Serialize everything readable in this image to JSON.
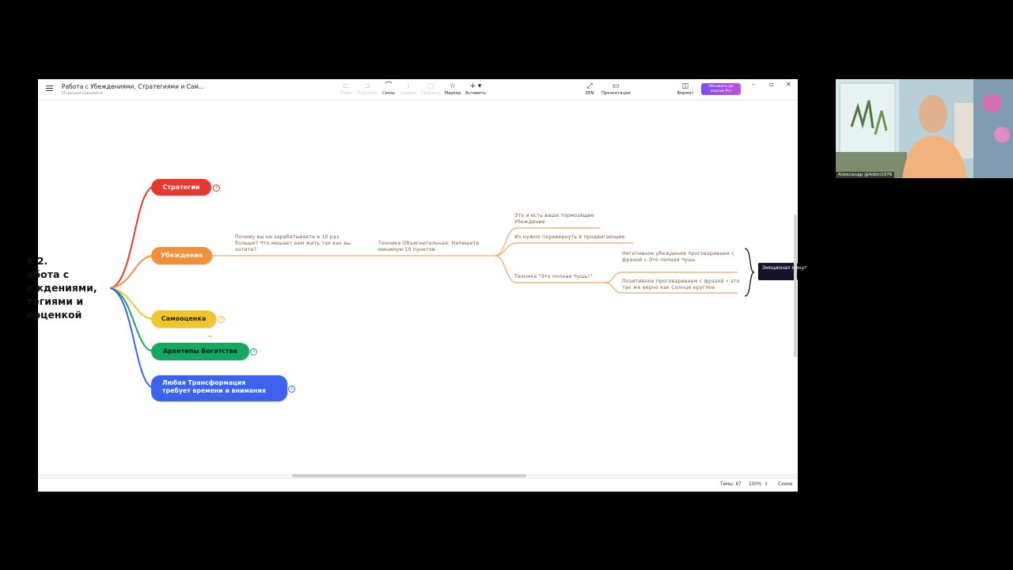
{
  "titlebar": {
    "doc_title": "Работа с Убеждениями, Стратегиями и Сам...",
    "doc_status": "Отредактировано",
    "tools": [
      {
        "label": "Тема",
        "icon": "topic-icon",
        "glyph": "⊏",
        "enabled": false
      },
      {
        "label": "Подтема",
        "icon": "subtopic-icon",
        "glyph": "⊐",
        "enabled": false
      },
      {
        "label": "Связь",
        "icon": "relationship-icon",
        "glyph": "⌒",
        "enabled": true
      },
      {
        "label": "Сводка",
        "icon": "summary-icon",
        "glyph": "⟩",
        "enabled": false
      },
      {
        "label": "Граница",
        "icon": "boundary-icon",
        "glyph": "▢",
        "enabled": false
      },
      {
        "label": "Маркер",
        "icon": "marker-icon",
        "glyph": "☆",
        "enabled": true
      },
      {
        "label": "Вставить",
        "icon": "insert-icon",
        "glyph": "+ ▾",
        "enabled": true
      }
    ],
    "zen_label": "ZEN",
    "presentation_label": "Презентация",
    "format_label": "Формат",
    "pro_button": "Обновить до версии Pro"
  },
  "map": {
    "central_lines": [
      "к 2.",
      "абота с",
      "еждениями,",
      "тегиями и",
      "ооценкой"
    ],
    "branches": [
      {
        "label": "Стратегии",
        "badge": "4",
        "color": "#e8382d"
      },
      {
        "label": "Убеждения",
        "color": "#f0913a"
      },
      {
        "label": "Самооценка",
        "badge": "3",
        "color": "#f2c62a"
      },
      {
        "label": "Архетипы Богатства",
        "badge": "3",
        "color": "#16a860"
      },
      {
        "label_lines": [
          "Любая Трансформация",
          "требует времени и внимания"
        ],
        "badge": "2",
        "color": "#3b63f0"
      }
    ],
    "beliefs": {
      "question": "Почему вы не зарабатываете в 10 раз больше? Что мешает вам жить так как вы хотите?",
      "technique": "Техника Объяснительная: Напишите минимум 10 пунктов",
      "child1": "Это и есть ваши тормозящие Убеждения",
      "child2": "Их нужно перевернуть в продвигающие",
      "child3": "Техника \"Это полная Чушь!\"",
      "neg": "Негативное убеждение проговариваем с фразой « Это полная Чушь",
      "pos": "Позитивное проговариваем с фразой « это так же верно как Солнце круглое",
      "summary": "Эмоционал минут"
    }
  },
  "statusbar": {
    "topics": "Темы: 67",
    "zoom": "100%",
    "view": "Схема"
  },
  "webcam": {
    "name": "Александр @Aldim1976"
  }
}
